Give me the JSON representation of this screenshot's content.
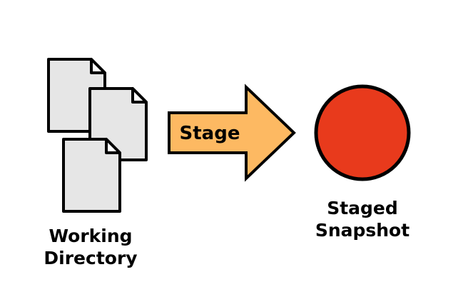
{
  "working_directory": {
    "line1": "Working",
    "line2": "Directory"
  },
  "action": {
    "label": "Stage"
  },
  "staged_snapshot": {
    "line1": "Staged",
    "line2": "Snapshot"
  },
  "colors": {
    "document_fill": "#e6e6e6",
    "arrow_fill": "#fdb962",
    "snapshot_fill": "#e83a1c",
    "outline": "#000000"
  },
  "icons": [
    "document-icon",
    "document-icon",
    "document-icon",
    "arrow-right-icon",
    "circle-icon"
  ]
}
